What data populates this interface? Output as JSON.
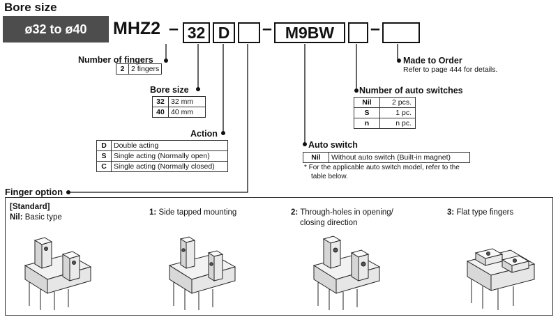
{
  "title": "Bore size",
  "bore_range": "ø32 to ø40",
  "model_code": {
    "series": "MHZ2",
    "dash": "–",
    "bore": "32",
    "action": "D",
    "switch": "M9BW"
  },
  "fingers": {
    "label": "Number of fingers",
    "rows": [
      {
        "code": "2",
        "desc": "2 fingers"
      }
    ]
  },
  "bore_size": {
    "label": "Bore size",
    "rows": [
      {
        "code": "32",
        "desc": "32 mm"
      },
      {
        "code": "40",
        "desc": "40 mm"
      }
    ]
  },
  "action": {
    "label": "Action",
    "rows": [
      {
        "code": "D",
        "desc": "Double acting"
      },
      {
        "code": "S",
        "desc": "Single acting (Normally open)"
      },
      {
        "code": "C",
        "desc": "Single acting (Normally closed)"
      }
    ]
  },
  "made_to_order": {
    "label": "Made to Order",
    "note": "Refer to page 444 for details."
  },
  "num_switches": {
    "label": "Number of auto switches",
    "rows": [
      {
        "code": "Nil",
        "desc": "2 pcs."
      },
      {
        "code": "S",
        "desc": "1 pc."
      },
      {
        "code": "n",
        "desc": "n pc."
      }
    ]
  },
  "auto_switch": {
    "label": "Auto switch",
    "rows": [
      {
        "code": "Nil",
        "desc": "Without auto switch (Built-in magnet)"
      }
    ],
    "note1": "* For the applicable auto switch model, refer to the",
    "note2": "table below."
  },
  "finger_option": {
    "label": "Finger option",
    "standard": "[Standard]",
    "opt_nil_code": "Nil:",
    "opt_nil": "Basic type",
    "opt1_code": "1:",
    "opt1": "Side tapped mounting",
    "opt2_code": "2:",
    "opt2a": "Through-holes in opening/",
    "opt2b": "closing direction",
    "opt3_code": "3:",
    "opt3": "Flat type fingers"
  },
  "colors": {
    "label_bg": "#4d4d4d",
    "line": "#111111"
  }
}
